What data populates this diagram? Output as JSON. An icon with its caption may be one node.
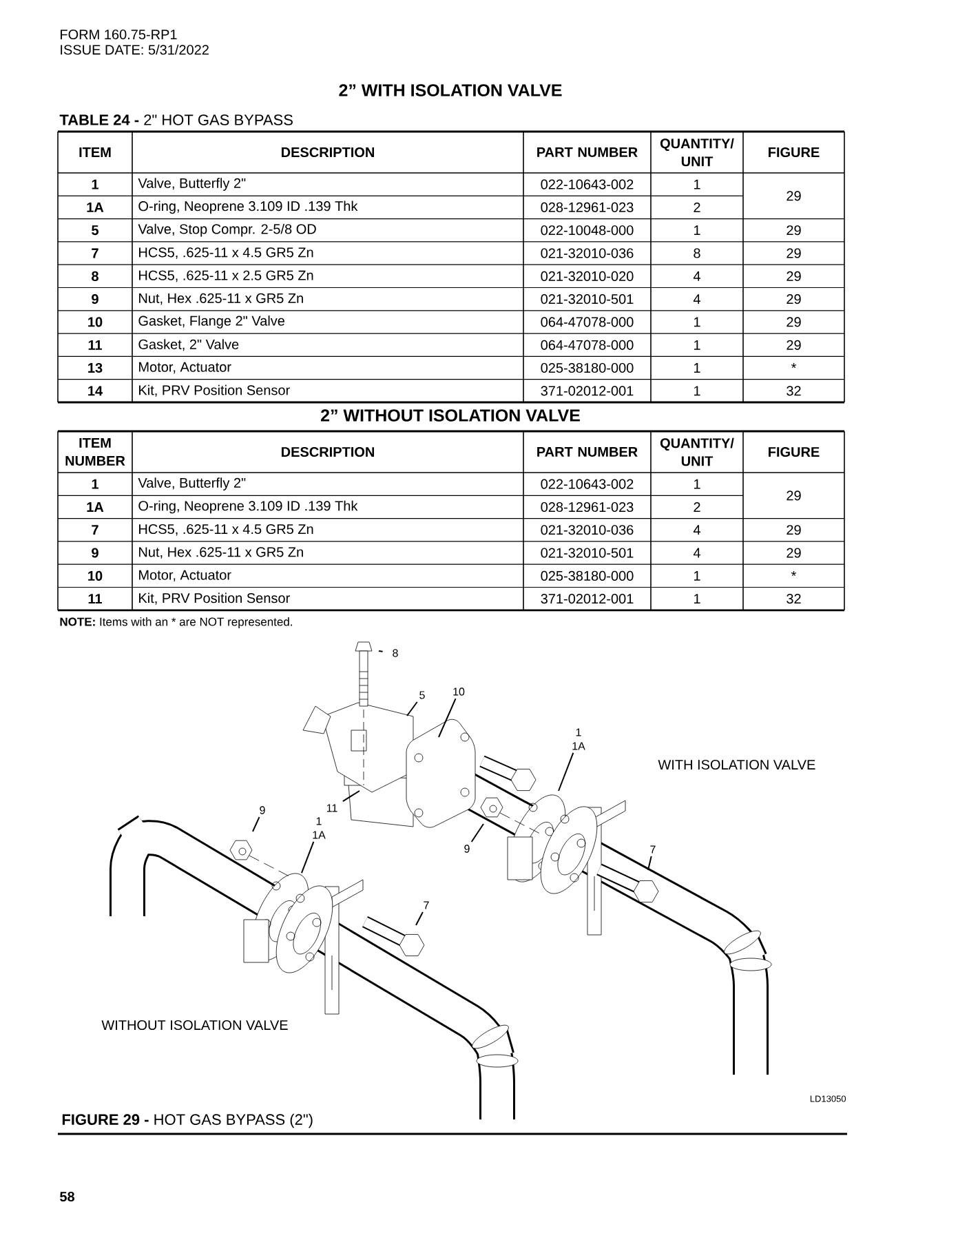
{
  "diagram": {
    "title": "2” WITH ISOLATION VALVE",
    "caption": "**FIGURE 29 -** HOT GAS BYPASS (2\")",
    "nodes": [
      {
        "text": [
          "8"
        ]
      },
      {
        "text": [
          "5"
        ]
      },
      {
        "text": [
          "10"
        ]
      },
      {
        "text": [
          "1 1A"
        ]
      },
      {
        "text": [
          "9"
        ]
      },
      {
        "text": [
          "1 1A"
        ]
      },
      {
        "text": [
          "11"
        ]
      },
      {
        "text": [
          "9"
        ]
      },
      {
        "text": [
          "7"
        ]
      },
      {
        "text": [
          "7"
        ]
      }
    ],
    "edges": [
      {
        "from": 0,
        "to": null,
        "arrow": "none"
      },
      {
        "from": 1,
        "to": null,
        "arrow": "none"
      },
      {
        "from": 2,
        "to": null,
        "arrow": "none"
      },
      {
        "from": 3,
        "to": null,
        "arrow": "none"
      },
      {
        "from": 4,
        "to": null,
        "arrow": "none"
      },
      {
        "from": 5,
        "to": null,
        "arrow": "none"
      },
      {
        "from": 6,
        "to": null,
        "arrow": "none"
      },
      {
        "from": 7,
        "to": null,
        "arrow": "none"
      },
      {
        "from": 8,
        "to": null,
        "arrow": "none"
      },
      {
        "from": 9,
        "to": null,
        "arrow": "none"
      }
    ],
    "labels": [
      "FORM 160.75-RP1",
      "ISSUE DATE: 5/31/2022",
      "**TABLE 24 -** 2\" HOT GAS BYPASS",
      "ITEM",
      "DESCRIPTION",
      "PART NUMBER",
      "QUANTITY/ UNIT",
      "FIGURE",
      "1",
      "Valve, Butterfly 2\"",
      "022-10643-002",
      "1",
      "29",
      "1A",
      "O-ring, Neoprene 3.109 ID .139 Thk",
      "028-12961-023",
      "2",
      "5",
      "Valve, Stop Compr. 2-5/8 OD",
      "022-10048-000",
      "1",
      "29",
      "7",
      "HCS5, .625-11 x 4.5 GR5 Zn",
      "021-32010-036",
      "8",
      "29",
      "8",
      "HCS5, .625-11 x 2.5 GR5 Zn",
      "021-32010-020",
      "4",
      "29",
      "9",
      "Nut, Hex .625-11 x GR5 Zn",
      "021-32010-501",
      "4",
      "29",
      "10",
      "Gasket, Flange 2\" Valve",
      "064-47078-000",
      "1",
      "29",
      "11",
      "Gasket, 2\" Valve",
      "064-47078-000",
      "1",
      "29",
      "13",
      "Motor, Actuator",
      "025-38180-000",
      "1",
      "*",
      "14",
      "Kit, PRV Position Sensor",
      "371-02012-001",
      "1",
      "32",
      "2” WITHOUT ISOLATION VALVE",
      "ITEM NUMBER",
      "DESCRIPTION",
      "PART NUMBER",
      "QUANTITY/ UNIT",
      "FIGURE",
      "1",
      "Valve, Butterfly 2\"",
      "022-10643-002",
      "1",
      "29",
      "1A",
      "O-ring, Neoprene 3.109 ID .139 Thk",
      "028-12961-023",
      "2",
      "7",
      "HCS5, .625-11 x 4.5 GR5 Zn",
      "021-32010-036",
      "4",
      "29",
      "9",
      "Nut, Hex .625-11 x GR5 Zn",
      "021-32010-501",
      "4",
      "29",
      "10",
      "Motor, Actuator",
      "025-38180-000",
      "1",
      "*",
      "11",
      "Kit, PRV Position Sensor",
      "371-02012-001",
      "1",
      "32",
      "**NOTE:** Items with an * are NOT represented.",
      "WITH ISOLATION VALVE",
      "WITHOUT ISOLATION VALVE",
      "LD13050",
      "58"
    ]
  }
}
